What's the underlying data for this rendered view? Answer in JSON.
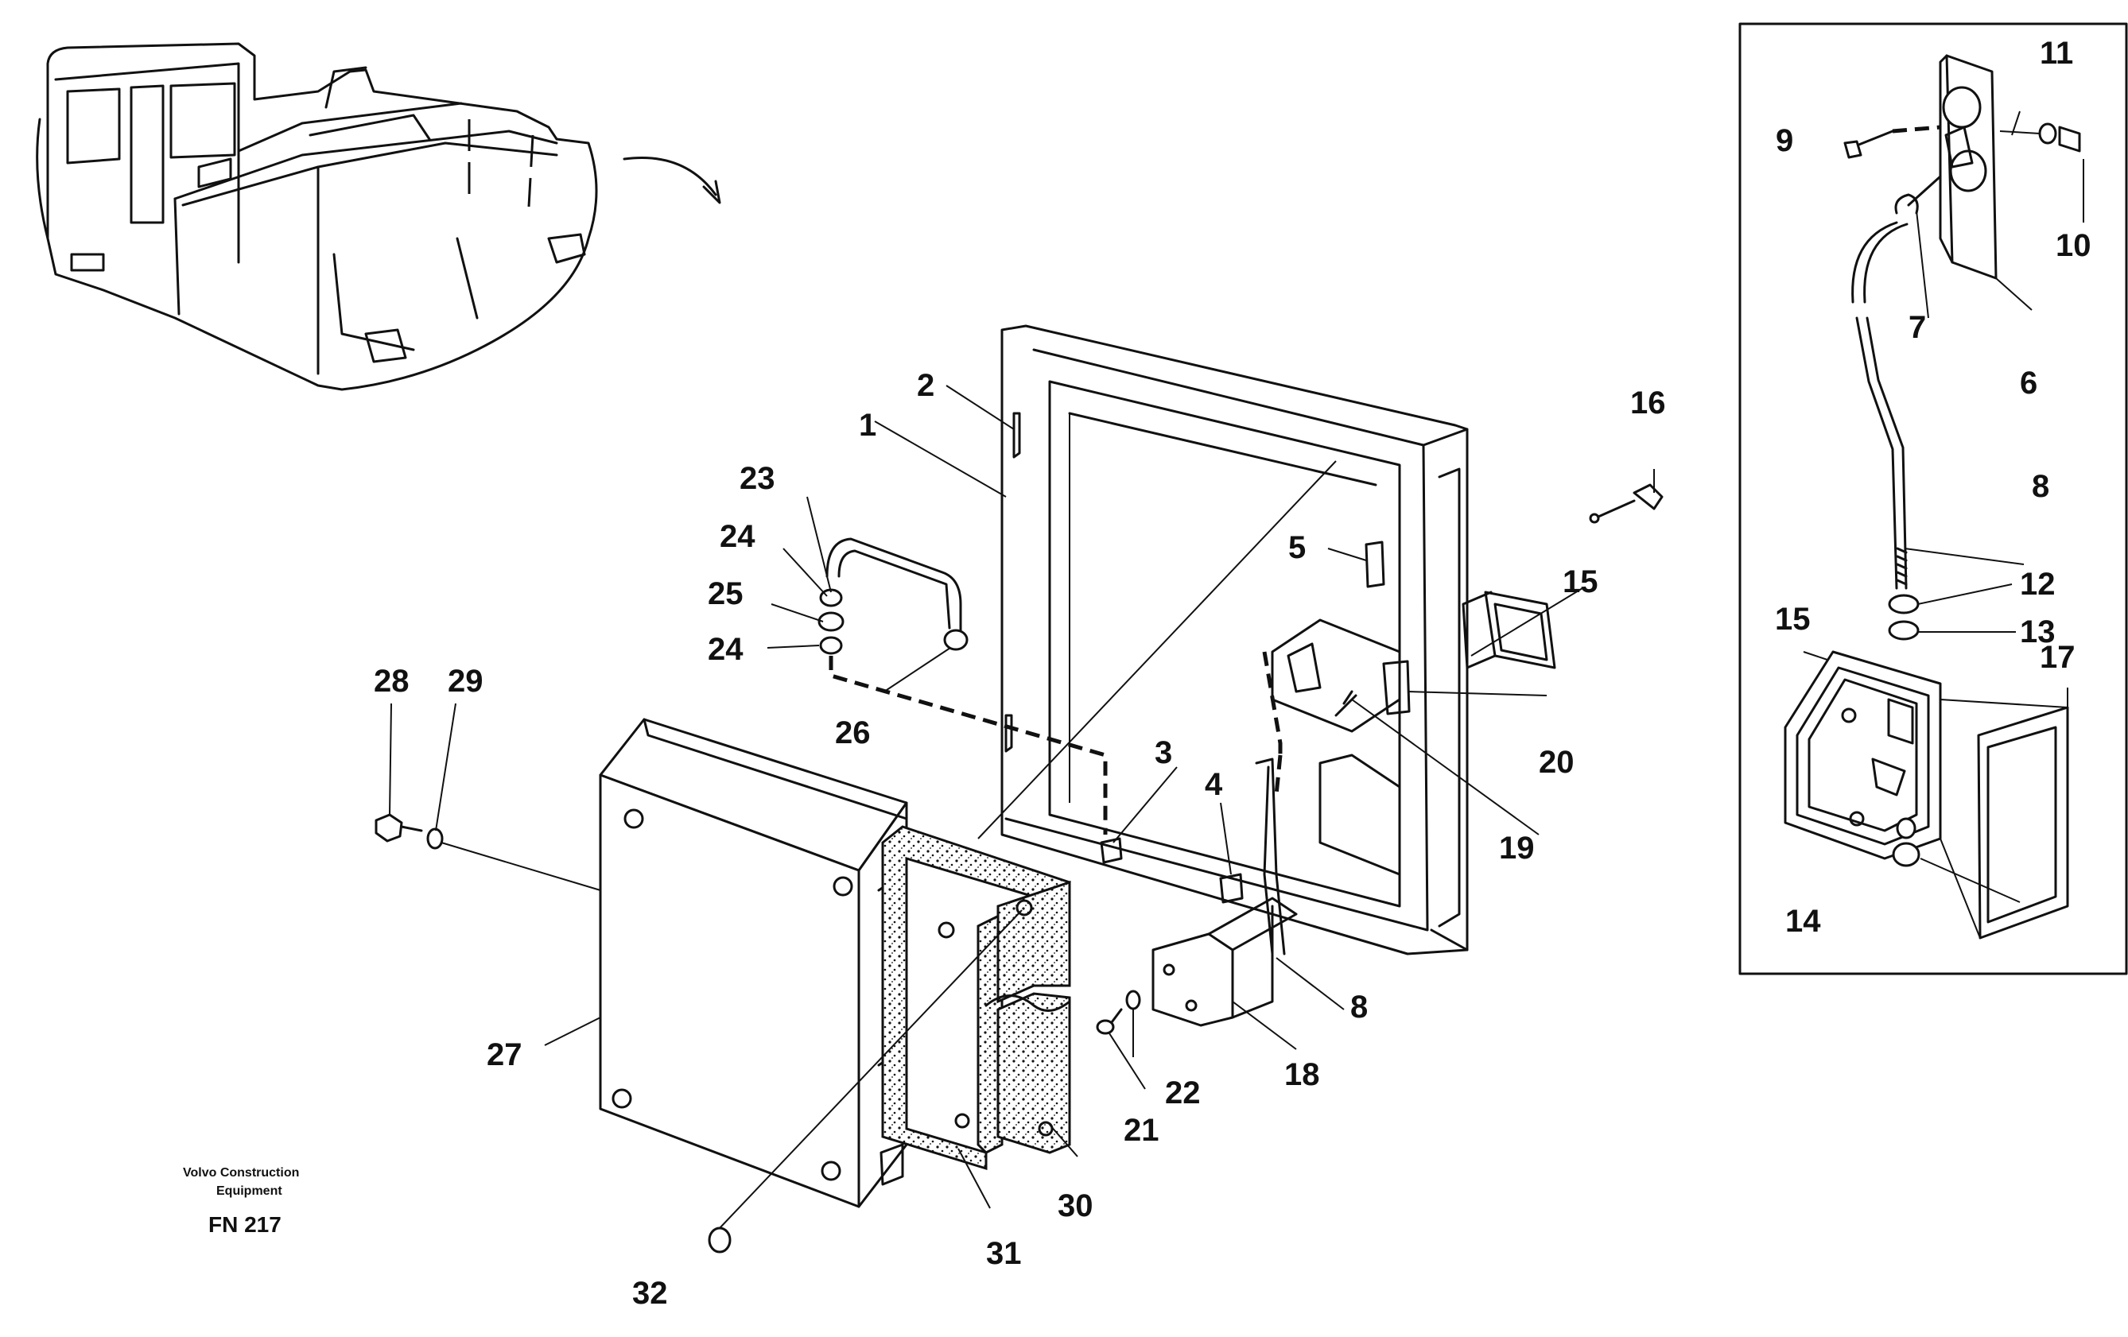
{
  "diagram": {
    "callouts": [
      {
        "id": "c1",
        "label": "1"
      },
      {
        "id": "c2",
        "label": "2"
      },
      {
        "id": "c3",
        "label": "3"
      },
      {
        "id": "c4",
        "label": "4"
      },
      {
        "id": "c5",
        "label": "5"
      },
      {
        "id": "c6",
        "label": "6"
      },
      {
        "id": "c7",
        "label": "7"
      },
      {
        "id": "c8a",
        "label": "8"
      },
      {
        "id": "c8b",
        "label": "8"
      },
      {
        "id": "c9",
        "label": "9"
      },
      {
        "id": "c10",
        "label": "10"
      },
      {
        "id": "c11",
        "label": "11"
      },
      {
        "id": "c12",
        "label": "12"
      },
      {
        "id": "c13",
        "label": "13"
      },
      {
        "id": "c14",
        "label": "14"
      },
      {
        "id": "c15a",
        "label": "15"
      },
      {
        "id": "c15b",
        "label": "15"
      },
      {
        "id": "c16",
        "label": "16"
      },
      {
        "id": "c17",
        "label": "17"
      },
      {
        "id": "c18",
        "label": "18"
      },
      {
        "id": "c19",
        "label": "19"
      },
      {
        "id": "c20",
        "label": "20"
      },
      {
        "id": "c21",
        "label": "21"
      },
      {
        "id": "c22",
        "label": "22"
      },
      {
        "id": "c23",
        "label": "23"
      },
      {
        "id": "c24a",
        "label": "24"
      },
      {
        "id": "c24b",
        "label": "24"
      },
      {
        "id": "c25",
        "label": "25"
      },
      {
        "id": "c26",
        "label": "26"
      },
      {
        "id": "c27",
        "label": "27"
      },
      {
        "id": "c28",
        "label": "28"
      },
      {
        "id": "c29",
        "label": "29"
      },
      {
        "id": "c30",
        "label": "30"
      },
      {
        "id": "c31",
        "label": "31"
      },
      {
        "id": "c32",
        "label": "32"
      }
    ]
  },
  "footer": {
    "company_line1": "Volvo Construction",
    "company_line2": "Equipment",
    "figure_code": "FN 217"
  },
  "colors": {
    "ink": "#111111",
    "background": "#ffffff"
  }
}
